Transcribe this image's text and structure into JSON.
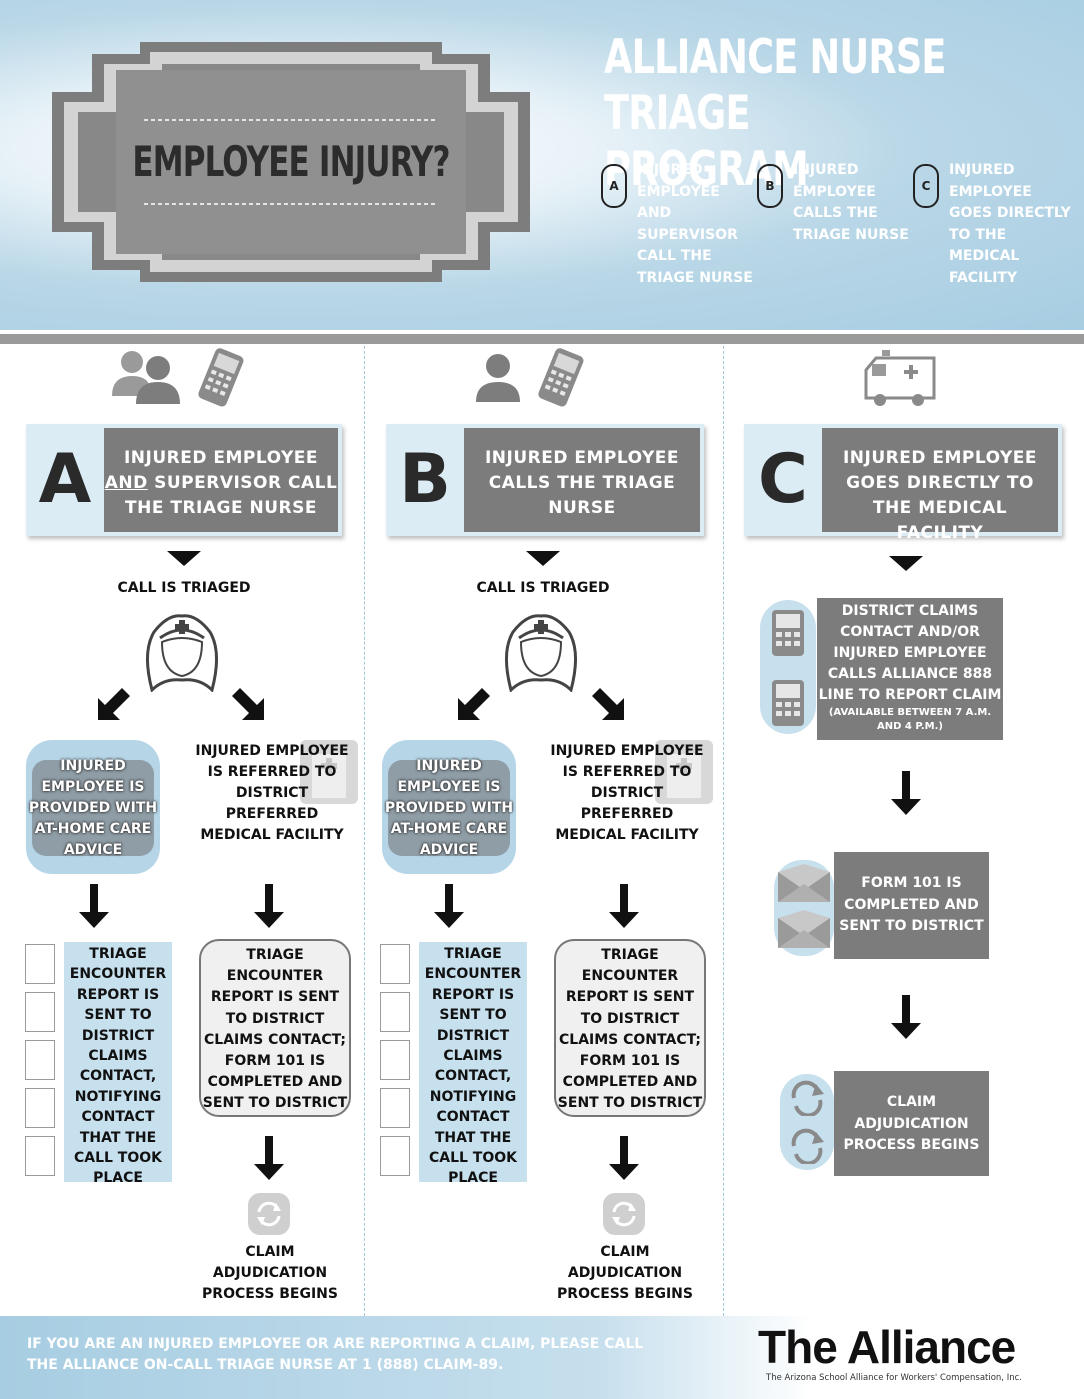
{
  "header": {
    "badge_title": "EMPLOYEE INJURY?",
    "program_title_line1": "ALLIANCE NURSE",
    "program_title_line2": "TRIAGE PROGRAM",
    "options": [
      {
        "letter": "A",
        "text": "INJURED EMPLOYEE AND SUPERVISOR CALL THE TRIAGE NURSE"
      },
      {
        "letter": "B",
        "text": "INJURED EMPLOYEE CALLS THE TRIAGE NURSE"
      },
      {
        "letter": "C",
        "text": "INJURED EMPLOYEE GOES DIRECTLY TO THE MEDICAL FACILITY"
      }
    ]
  },
  "columns": {
    "a": {
      "letter": "A",
      "title_underlined": "AND",
      "title_l1": "INJURED EMPLOYEE",
      "title_l2_rest": " SUPERVISOR CALL",
      "title_l3": "THE TRIAGE NURSE",
      "triaged": "CALL IS TRIAGED",
      "left_box": "INJURED EMPLOYEE IS PROVIDED WITH AT-HOME CARE ADVICE",
      "right_box": "INJURED EMPLOYEE IS REFERRED TO DISTRICT PREFERRED MEDICAL FACILITY",
      "left_report": "TRIAGE ENCOUNTER REPORT IS SENT TO DISTRICT CLAIMS CONTACT, NOTIFYING CONTACT THAT THE CALL TOOK PLACE",
      "right_report": "TRIAGE ENCOUNTER REPORT IS SENT TO DISTRICT CLAIMS CONTACT; FORM 101 IS COMPLETED AND SENT TO DISTRICT",
      "end": "CLAIM ADJUDICATION PROCESS BEGINS"
    },
    "b": {
      "letter": "B",
      "title": "INJURED EMPLOYEE CALLS THE TRIAGE NURSE",
      "triaged": "CALL IS TRIAGED",
      "left_box": "INJURED EMPLOYEE IS PROVIDED WITH AT-HOME CARE ADVICE",
      "right_box": "INJURED EMPLOYEE IS REFERRED TO DISTRICT PREFERRED MEDICAL FACILITY",
      "left_report": "TRIAGE ENCOUNTER REPORT IS SENT TO DISTRICT CLAIMS CONTACT, NOTIFYING CONTACT THAT THE CALL TOOK PLACE",
      "right_report": "TRIAGE ENCOUNTER REPORT IS SENT TO DISTRICT CLAIMS CONTACT; FORM 101 IS COMPLETED AND SENT TO DISTRICT",
      "end": "CLAIM ADJUDICATION PROCESS BEGINS"
    },
    "c": {
      "letter": "C",
      "title": "INJURED EMPLOYEE GOES DIRECTLY TO THE MEDICAL FACILITY",
      "step1": "DISTRICT CLAIMS CONTACT AND/OR INJURED EMPLOYEE CALLS ALLIANCE 888 LINE TO REPORT CLAIM",
      "step1_note": "(AVAILABLE BETWEEN 7 A.M. AND 4 P.M.)",
      "step2": "FORM 101 IS COMPLETED AND SENT TO DISTRICT",
      "step3": "CLAIM ADJUDICATION PROCESS BEGINS"
    }
  },
  "footer": {
    "text": "IF YOU ARE AN INJURED EMPLOYEE OR ARE REPORTING A CLAIM, PLEASE CALL THE ALLIANCE ON-CALL TRIAGE NURSE AT 1 (888) CLAIM-89.",
    "logo": "The Alliance",
    "logo_sub": "The Arizona School Alliance for Workers' Compensation, Inc."
  },
  "colors": {
    "header_blue": "#a7cde2",
    "panel_grey": "#7c7c7c",
    "light_blue": "#c7e0ee"
  }
}
